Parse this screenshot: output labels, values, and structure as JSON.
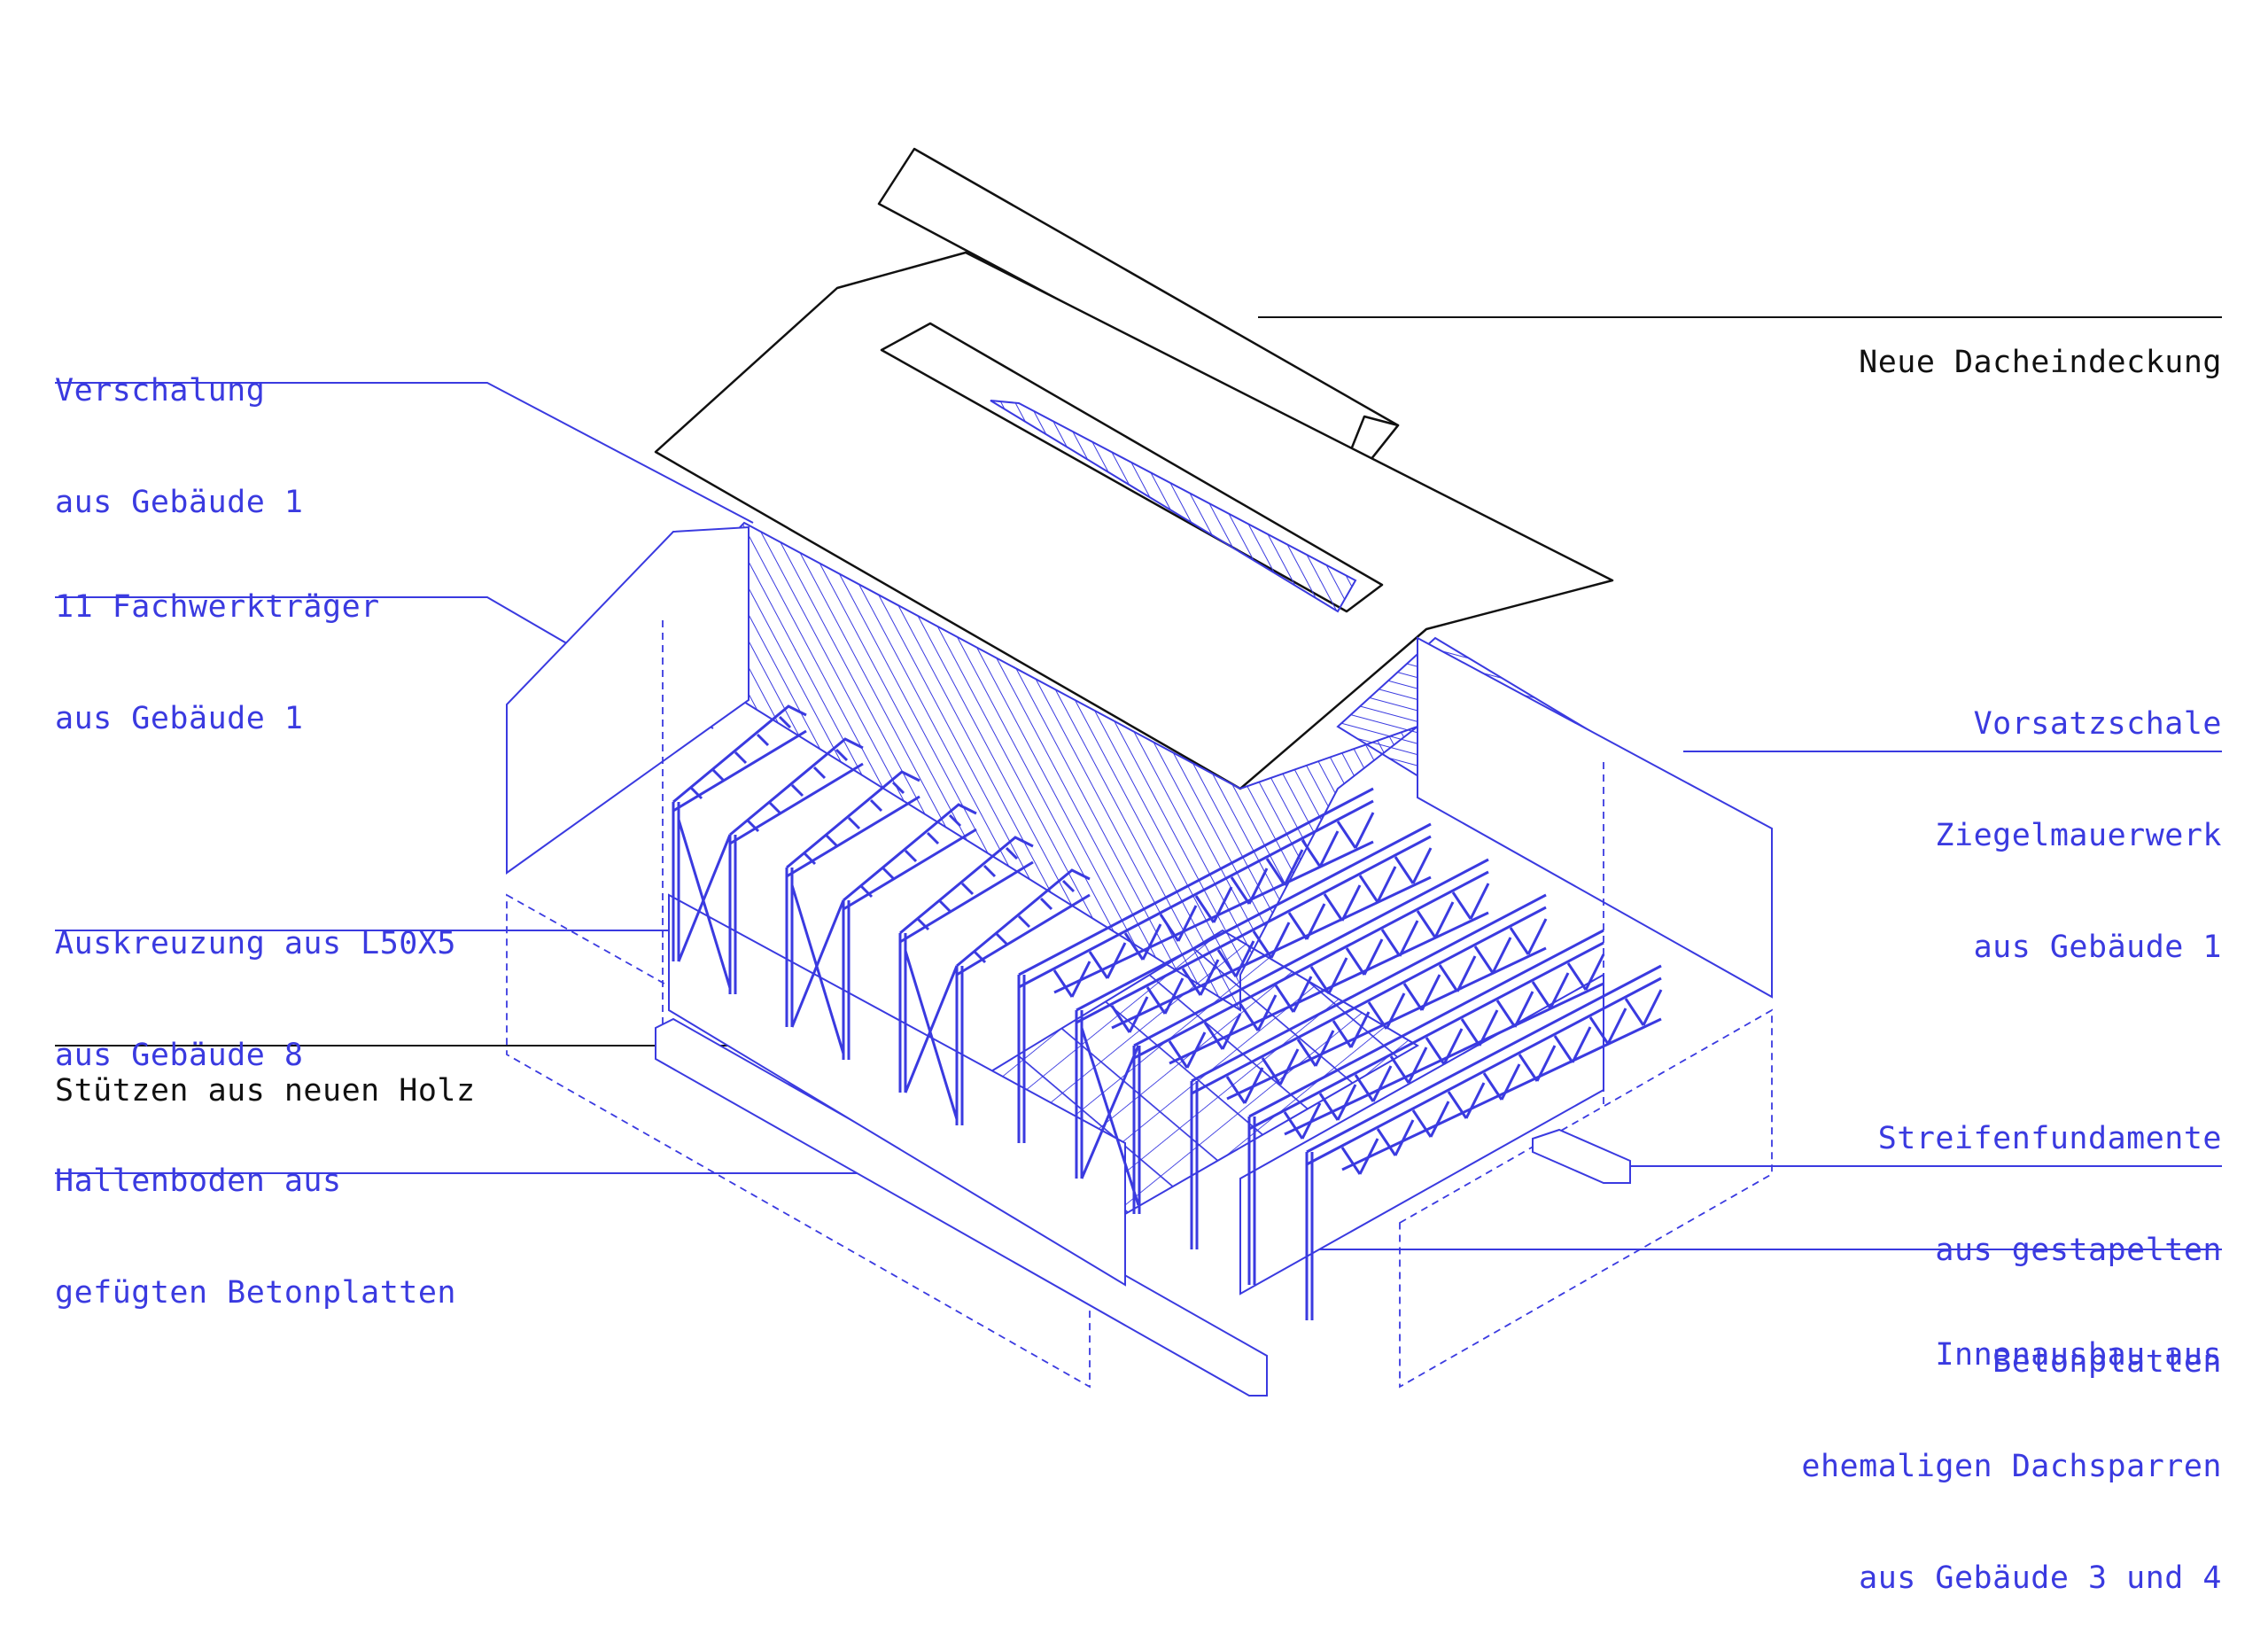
{
  "colors": {
    "accent_blue": "#3a3ae0",
    "ink_black": "#111111",
    "background": "#ffffff"
  },
  "labels": {
    "verschalung": {
      "line1": "Verschalung",
      "line2": "aus Gebäude 1"
    },
    "fachwerk": {
      "line1": "11 Fachwerkträger",
      "line2": "aus Gebäude 1"
    },
    "auskreuzung": {
      "line1": "Auskreuzung aus L50X5",
      "line2": "aus Gebäude 8"
    },
    "stuetzen": {
      "line1": "Stützen aus neuen Holz"
    },
    "hallenboden": {
      "line1": "Hallenboden aus",
      "line2": "gefügten Betonplatten"
    },
    "dacheindeckung": {
      "line1": "Neue Dacheindeckung"
    },
    "vorsatzschale": {
      "line1": "Vorsatzschale",
      "line2": "Ziegelmauerwerk",
      "line3": "aus Gebäude 1"
    },
    "streifenfundamente": {
      "line1": "Streifenfundamente",
      "line2": "aus gestapelten",
      "line3": "Betonplatten"
    },
    "innenausbau": {
      "line1": "Innenausbau aus",
      "line2": "ehemaligen Dachsparren",
      "line3": "aus Gebäude 3 und 4"
    }
  }
}
